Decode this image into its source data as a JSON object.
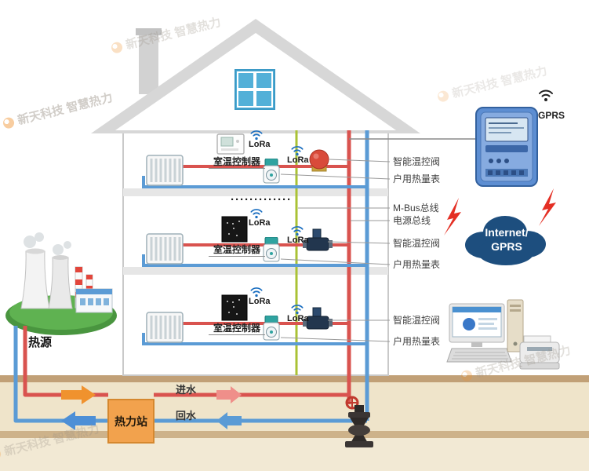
{
  "watermark": {
    "text": "新天科技 智慧热力"
  },
  "floors": [
    {
      "controller_label": "室温控制器",
      "controller_lora": "LoRa",
      "meter_lora": "LoRa"
    },
    {
      "controller_label": "室温控制器",
      "controller_lora": "LoRa",
      "meter_lora": "LoRa"
    },
    {
      "controller_label": "室温控制器",
      "controller_lora": "LoRa",
      "meter_lora": "LoRa"
    }
  ],
  "annotations": {
    "floor1_valve": "智能温控阀",
    "floor1_meter": "户用热量表",
    "mbus": "M-Bus总线",
    "power": "电源总线",
    "floor2_valve": "智能温控阀",
    "floor2_meter": "户用热量表",
    "floor3_valve": "智能温控阀",
    "floor3_meter": "户用热量表"
  },
  "dots": "·············",
  "right_side": {
    "gprs_label": "GPRS",
    "cloud_line1": "Internet/",
    "cloud_line2": "GPRS"
  },
  "bottom": {
    "heat_source": "热源",
    "heat_station": "热力站",
    "inlet": "进水",
    "return": "回水"
  },
  "icons": {
    "lora_wifi": "wifi-signal-icon",
    "gprs_wifi": "wifi-signal-icon",
    "lightning": "lightning-bolt-icon",
    "watermark_logo": "orange-swirl-logo"
  },
  "colors": {
    "hot_pipe": "#d9534f",
    "cold_pipe": "#5b9bd5",
    "bus_line": "#aac235",
    "station": "#f2a24d",
    "cloud": "#1d4e7e",
    "ground": "#efe4ca",
    "valve_red": "#d94a3a"
  }
}
